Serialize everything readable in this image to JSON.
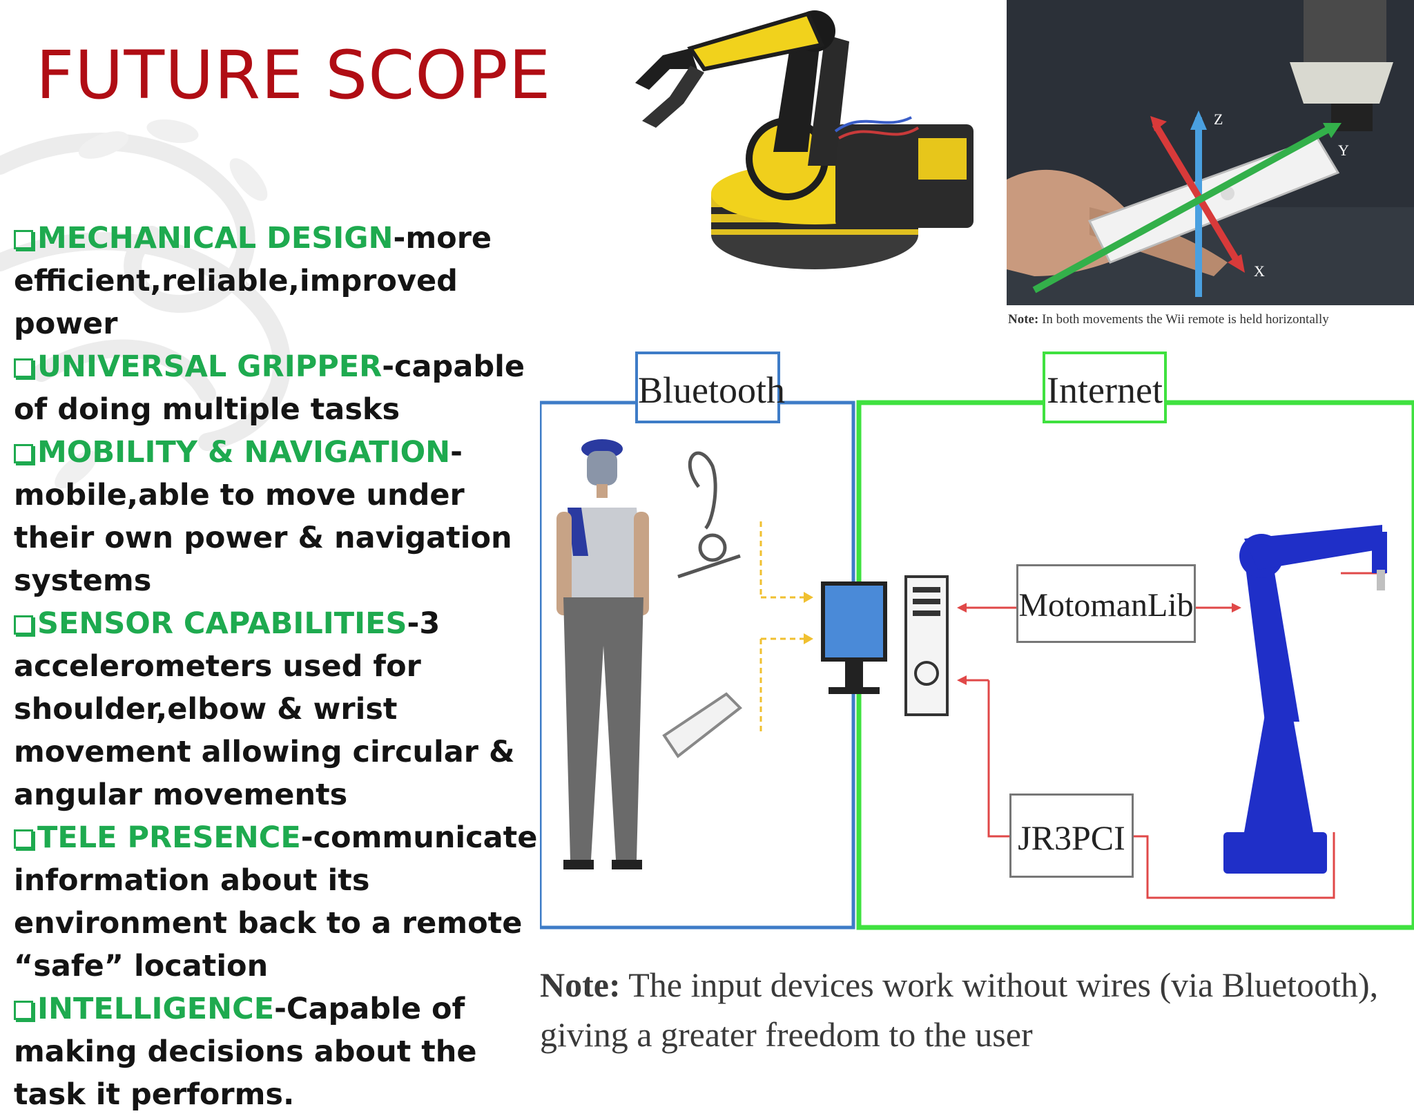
{
  "slide": {
    "title": "FUTURE SCOPE",
    "bullets": [
      {
        "head": "MECHANICAL DESIGN",
        "body": "-more efficient,reliable,improved power"
      },
      {
        "head": "UNIVERSAL GRIPPER",
        "body": "-capable of doing multiple tasks"
      },
      {
        "head": "MOBILITY & NAVIGATION",
        "body": "-mobile,able to move under their own power & navigation systems"
      },
      {
        "head": "SENSOR CAPABILITIES",
        "body": "-3 accelerometers used for shoulder,elbow & wrist movement allowing circular & angular movements"
      },
      {
        "head": "TELE PRESENCE",
        "body": "-communicate information about its environment back to a remote “safe” location"
      },
      {
        "head": "INTELLIGENCE",
        "body": "-Capable of making decisions about the task it performs."
      }
    ]
  },
  "wii_figure": {
    "note_label": "Note:",
    "note_text": "In both movements the Wii remote is held horizontally",
    "axes": {
      "z": "Z",
      "y": "Y",
      "x": "X"
    }
  },
  "diagram": {
    "bluetooth_label": "Bluetooth",
    "internet_label": "Internet",
    "motoman_label": "MotomanLib",
    "jr3_label": "JR3PCI",
    "note_label": "Note:",
    "note_text": "The input devices work without wires (via Bluetooth), giving a greater freedom to the user"
  },
  "colors": {
    "title": "#b00d14",
    "bullet_head": "#1eaa4f",
    "bluetooth_frame": "#3e7cc7",
    "internet_frame": "#3fe13f",
    "robot": "#1f2fc8"
  }
}
